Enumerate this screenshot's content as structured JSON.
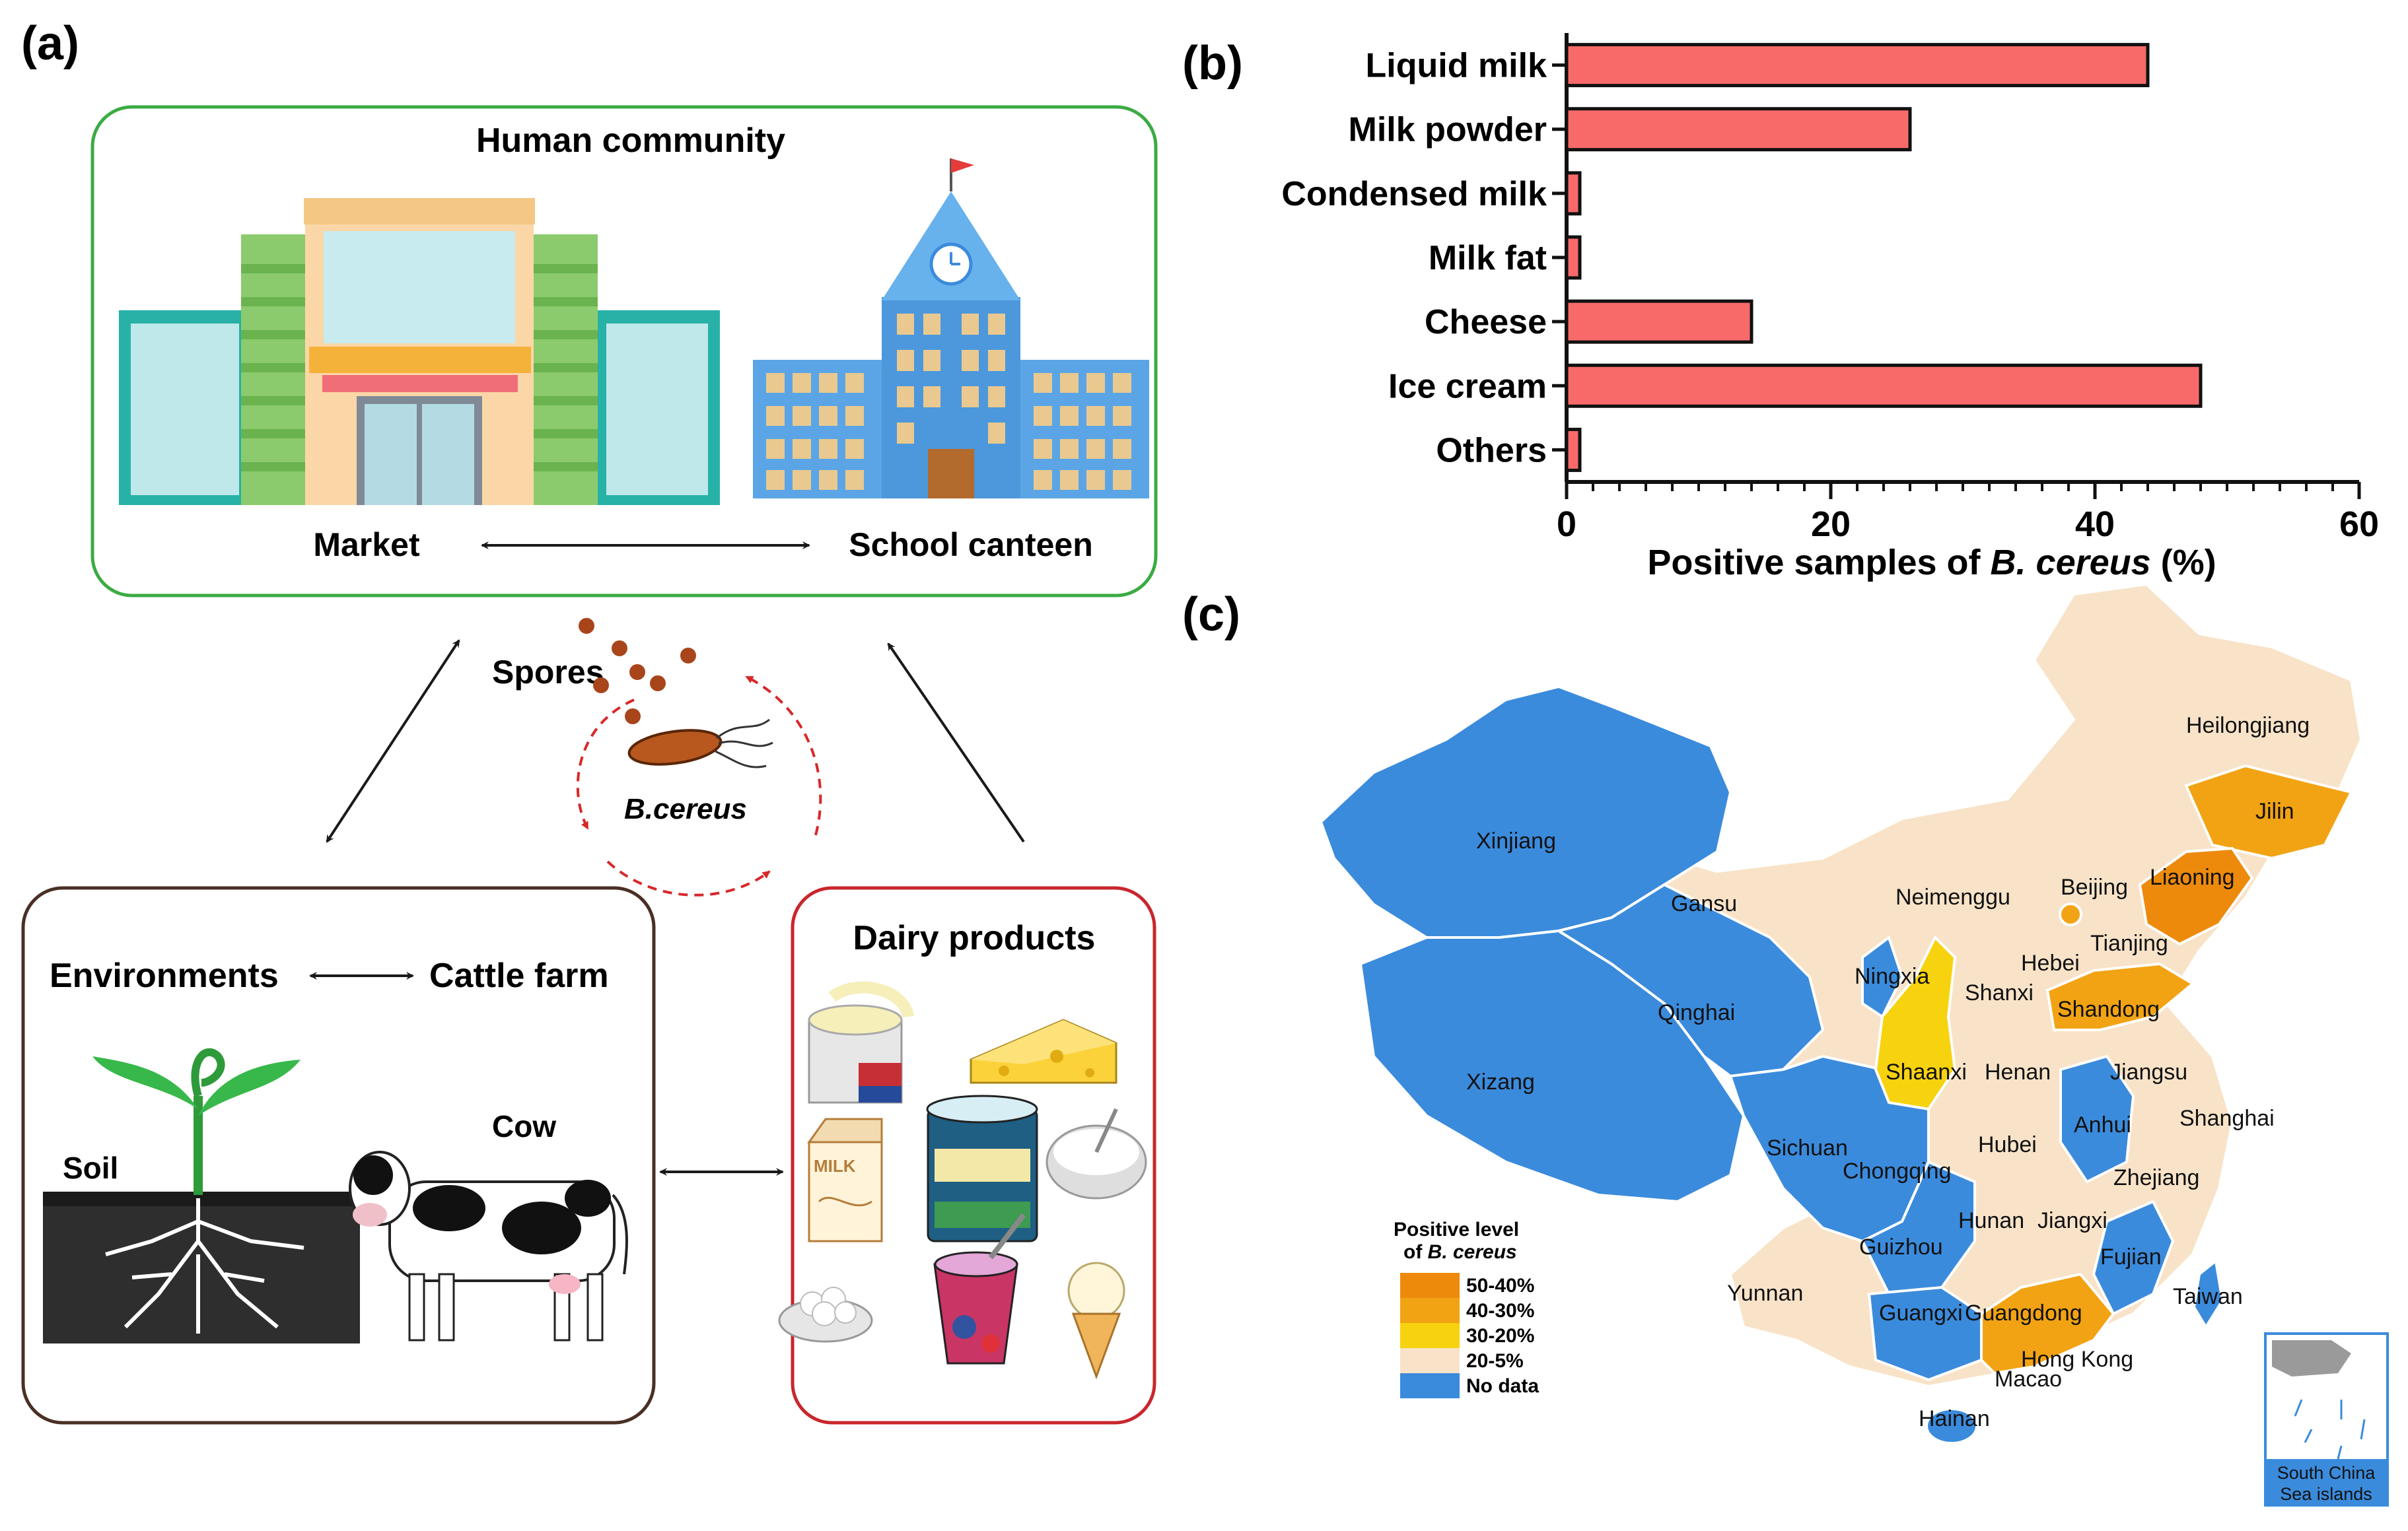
{
  "panel_a": {
    "label": "(a)",
    "community_title": "Human community",
    "market_label": "Market",
    "canteen_label": "School canteen",
    "spores_label": "Spores",
    "bacterium_label": "B.cereus",
    "env_label": "Environments",
    "farm_label": "Cattle farm",
    "soil_label": "Soil",
    "cow_label": "Cow",
    "dairy_title": "Dairy products",
    "milk_carton_text": "MILK"
  },
  "panel_b": {
    "label": "(b)",
    "xlabel_prefix": "Positive samples of ",
    "xlabel_italic": "B. cereus",
    "xlabel_suffix": " (%)",
    "bar_color": "#f86a6a"
  },
  "panel_c": {
    "label": "(c)",
    "legend_title_1": "Positive level",
    "legend_title_2_prefix": "of ",
    "legend_title_2_italic": "B. cereus",
    "legend": [
      {
        "label": "50-40%",
        "color": "#ed8a0c"
      },
      {
        "label": "40-30%",
        "color": "#f2a313"
      },
      {
        "label": "30-20%",
        "color": "#f7d20f"
      },
      {
        "label": "20-5%",
        "color": "#f8e3c8"
      },
      {
        "label": "No data",
        "color": "#3b8bdc"
      }
    ],
    "provinces": [
      "Heilongjiang",
      "Jilin",
      "Liaoning",
      "Beijing",
      "Tianjing",
      "Hebei",
      "Neimenggu",
      "Gansu",
      "Xinjiang",
      "Ningxia",
      "Shanxi",
      "Shandong",
      "Qinghai",
      "Shaanxi",
      "Henan",
      "Jiangsu",
      "Xizang",
      "Sichuan",
      "Hubei",
      "Anhui",
      "Shanghai",
      "Chongqing",
      "Zhejiang",
      "Hunan",
      "Jiangxi",
      "Guizhou",
      "Fujian",
      "Taiwan",
      "Yunnan",
      "Guangxi",
      "Guangdong",
      "Hong Kong",
      "Macao",
      "Hainan"
    ],
    "inset_label_1": "South China",
    "inset_label_2": "Sea islands"
  },
  "chart_data": {
    "type": "bar",
    "orientation": "horizontal",
    "categories": [
      "Liquid milk",
      "Milk powder",
      "Condensed milk",
      "Milk fat",
      "Cheese",
      "Ice cream",
      "Others"
    ],
    "values": [
      44,
      26,
      1,
      1,
      14,
      48,
      1
    ],
    "xlabel": "Positive samples of B. cereus (%)",
    "xlim": [
      0,
      60
    ],
    "xticks": [
      0,
      20,
      40,
      60
    ],
    "grid": false
  }
}
